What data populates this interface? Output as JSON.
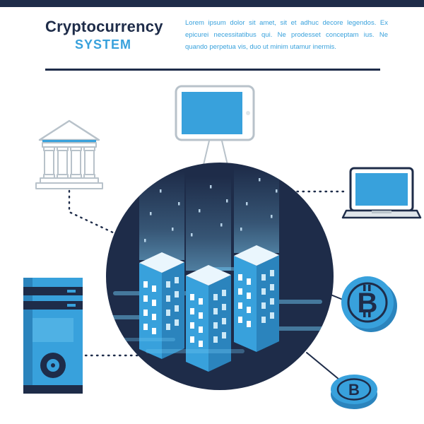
{
  "header": {
    "title": "Cryptocurrency",
    "subtitle": "SYSTEM",
    "description": "Lorem ipsum dolor sit amet, sit et adhuc decore legendos. Ex epicurei necessitatibus qui. Ne prodesset conceptam ius. Ne quando  perpetua vis, duo ut minim utamur inermis."
  },
  "colors": {
    "navy": "#1e2c49",
    "blue": "#38a1dc",
    "blue_shade": "#2b84bd",
    "outline_gray": "#b8c2ca",
    "beam_light": "#7fd0f7",
    "background": "#ffffff"
  },
  "diagram": {
    "btc_symbol": "B",
    "center_node": {
      "id": "server-cluster",
      "icon": "server-buildings-icon"
    },
    "nodes": [
      {
        "id": "bank",
        "icon": "bank-icon"
      },
      {
        "id": "tablet",
        "icon": "tablet-icon"
      },
      {
        "id": "laptop",
        "icon": "laptop-icon"
      },
      {
        "id": "desktop-tower",
        "icon": "desktop-tower-icon"
      },
      {
        "id": "bitcoin-large",
        "icon": "bitcoin-coin-icon"
      },
      {
        "id": "bitcoin-small",
        "icon": "bitcoin-coin-tilted-icon"
      }
    ],
    "connections": [
      {
        "from": "bank",
        "to": "server-cluster",
        "style": "dotted"
      },
      {
        "from": "desktop-tower",
        "to": "server-cluster",
        "style": "dotted"
      },
      {
        "from": "laptop",
        "to": "server-cluster",
        "style": "dotted"
      },
      {
        "from": "tablet",
        "to": "server-cluster",
        "style": "stand"
      },
      {
        "from": "bitcoin-large",
        "to": "server-cluster",
        "style": "solid"
      },
      {
        "from": "bitcoin-small",
        "to": "server-cluster",
        "style": "solid"
      }
    ]
  }
}
